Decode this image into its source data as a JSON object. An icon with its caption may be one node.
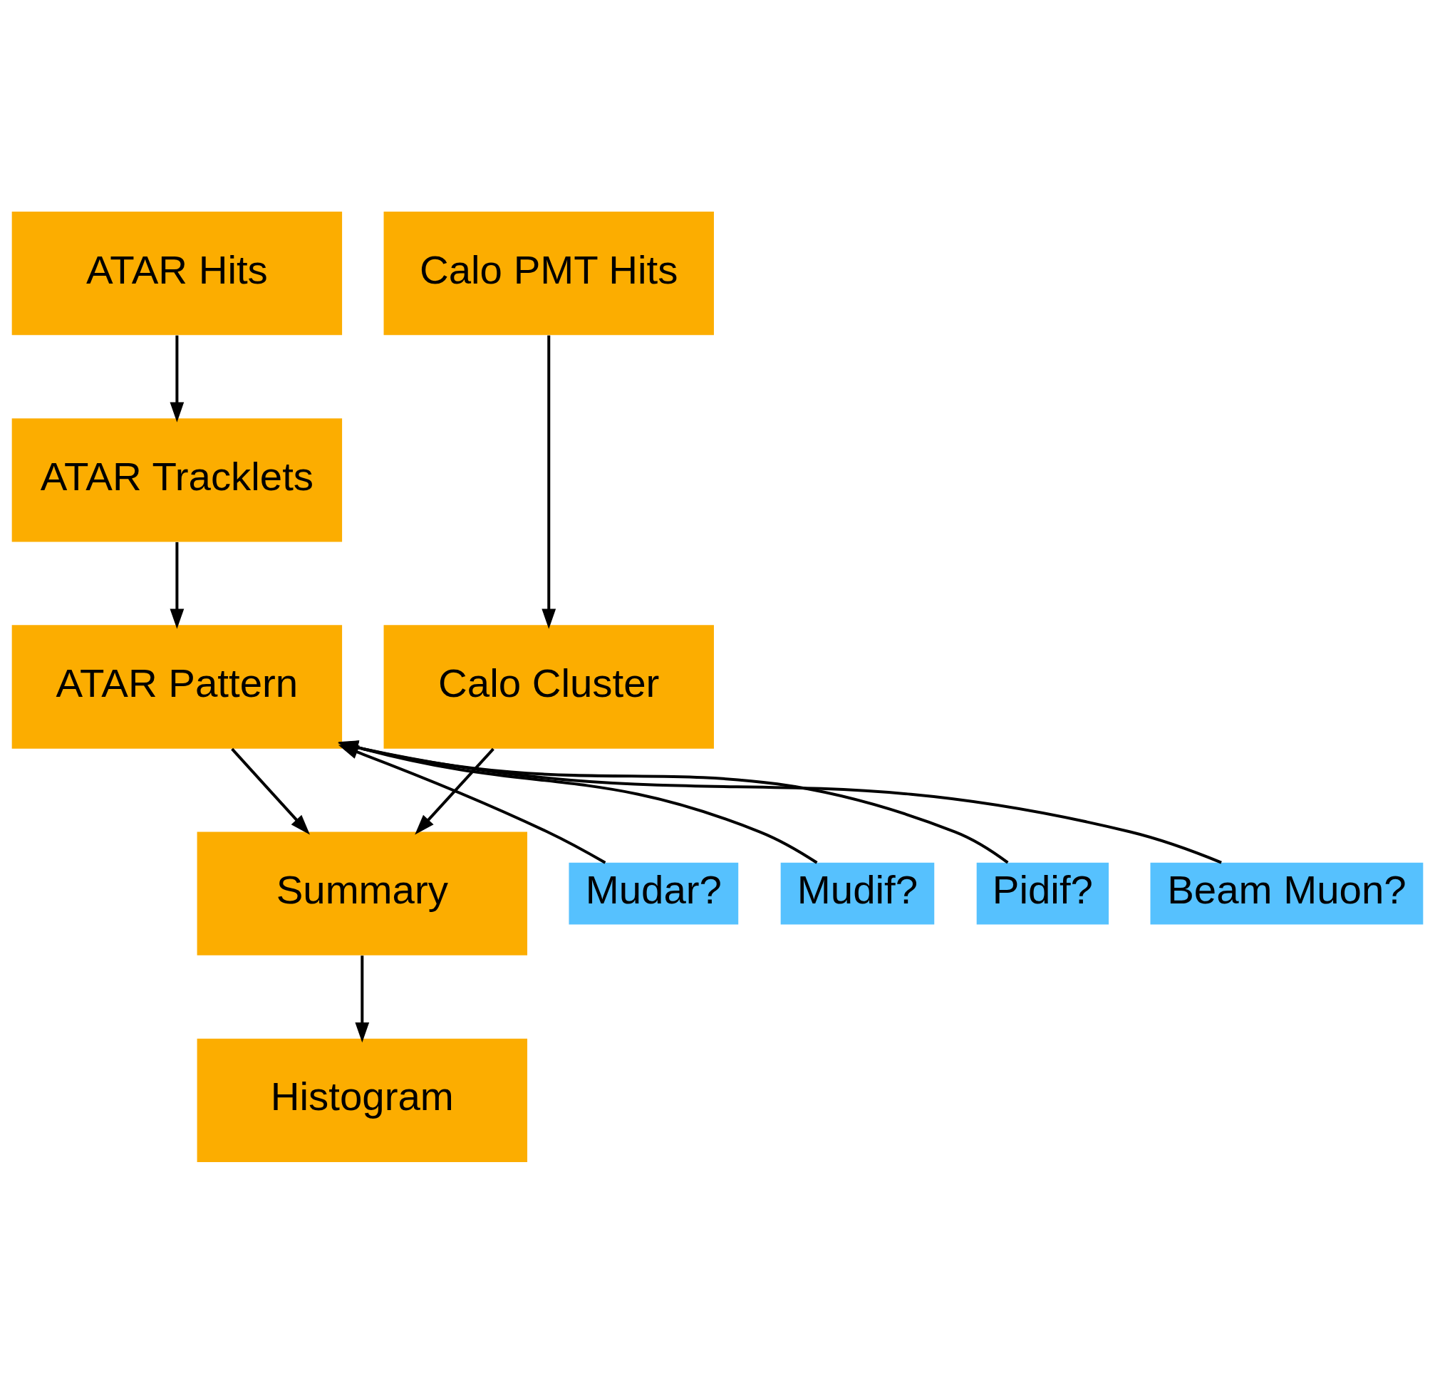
{
  "diagram": {
    "nodes": [
      {
        "text": [
          "ATAR Hits"
        ]
      },
      {
        "text": [
          "Calo PMT Hits"
        ]
      },
      {
        "text": [
          "ATAR Tracklets"
        ]
      },
      {
        "text": [
          "Calo Cluster"
        ]
      },
      {
        "text": [
          "ATAR Pattern"
        ]
      },
      {
        "text": [
          "Mudar?"
        ]
      },
      {
        "text": [
          "Mudif?"
        ]
      },
      {
        "text": [
          "Pidif?"
        ]
      },
      {
        "text": [
          "Summary"
        ]
      },
      {
        "text": [
          "Beam Muon?"
        ]
      },
      {
        "text": [
          "Histogram"
        ]
      }
    ],
    "edges": [
      {
        "from": 0,
        "to": 2,
        "arrow": "to"
      },
      {
        "from": 1,
        "to": 3,
        "arrow": "to"
      },
      {
        "from": 2,
        "to": 4,
        "arrow": "to"
      },
      {
        "from": 5,
        "to": 4,
        "arrow": "to"
      },
      {
        "from": 6,
        "to": 4,
        "arrow": "to"
      },
      {
        "from": 7,
        "to": 4,
        "arrow": "to"
      },
      {
        "from": 9,
        "to": 4,
        "arrow": "to"
      },
      {
        "from": 4,
        "to": 8,
        "arrow": "to"
      },
      {
        "from": 3,
        "to": 8,
        "arrow": "to"
      },
      {
        "from": 8,
        "to": 10,
        "arrow": "to"
      }
    ]
  }
}
